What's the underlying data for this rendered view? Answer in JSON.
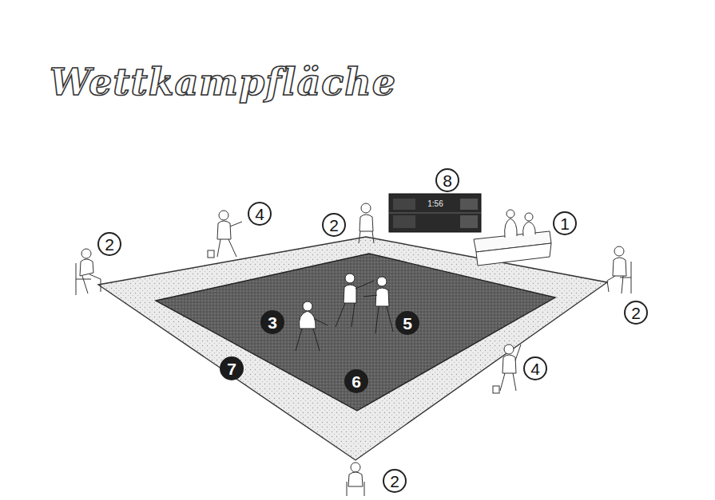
{
  "diagram": {
    "title": "Wettkampfläche",
    "labels": [
      "8",
      "4",
      "2",
      "2",
      "1",
      "2",
      "3",
      "5",
      "4",
      "7",
      "6",
      "2",
      "1:56"
    ]
  }
}
